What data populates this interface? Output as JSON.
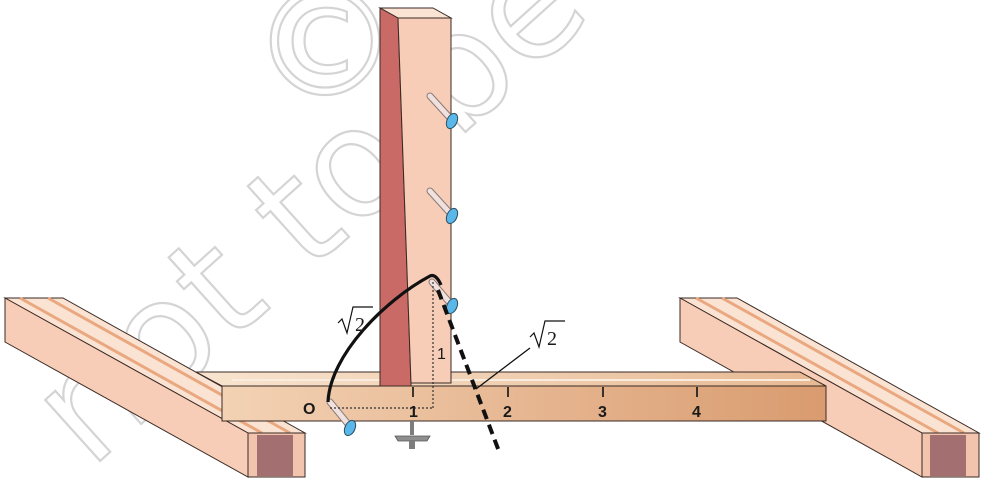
{
  "watermark": {
    "text": "not to be",
    "symbol": "©"
  },
  "scale": {
    "origin_label": "O",
    "tick_labels": [
      "1",
      "2",
      "3",
      "4"
    ]
  },
  "annotations": {
    "vertical_unit": "1",
    "arc_label": "2",
    "line_label": "2"
  },
  "colors": {
    "board_front": "#f7cdb7",
    "board_top": "#fbe3d3",
    "board_side": "#c96a66",
    "board_end": "#a36f71",
    "peg_head": "#59b7e9"
  },
  "icons": [
    "peg-icon",
    "clamp-icon"
  ]
}
